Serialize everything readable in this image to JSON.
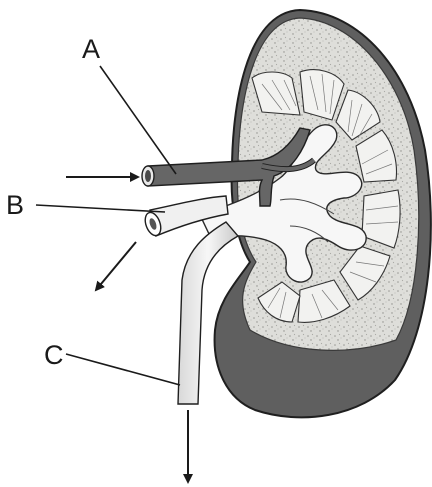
{
  "labels": {
    "a": "A",
    "b": "B",
    "c": "C"
  },
  "colors": {
    "background": "#ffffff",
    "cortex": "#dcdcd8",
    "capsule_shadow": "#6b6b6b",
    "pyramid": "#f0f0ee",
    "pelvis": "#f5f5f5",
    "artery": "#6a6a6a",
    "vein": "#eeeeee",
    "ureter": "#eaeaea",
    "ink": "#1a1a1a"
  }
}
